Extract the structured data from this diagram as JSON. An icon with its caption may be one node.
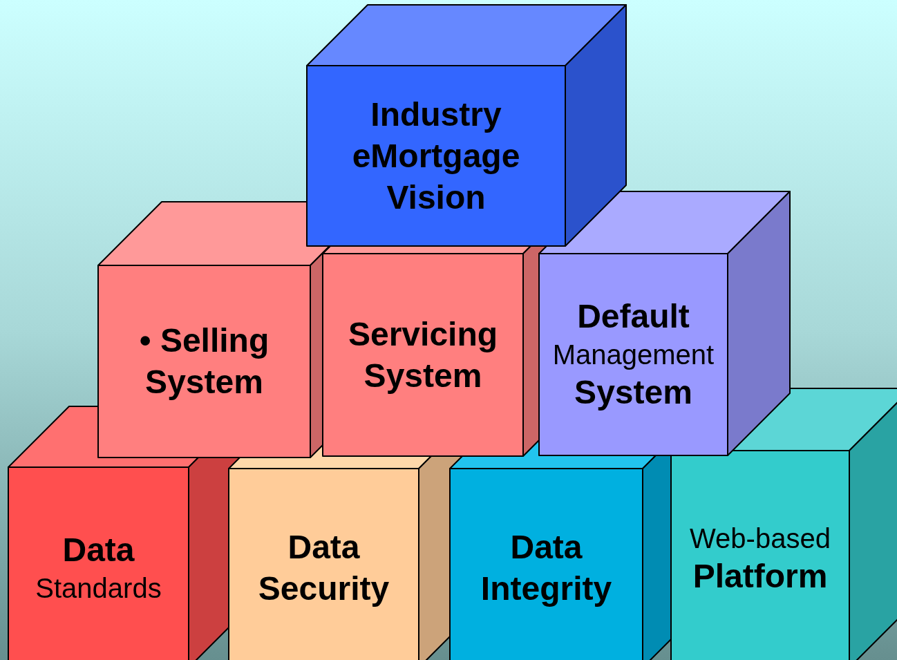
{
  "diagram": {
    "nodes": [
      {
        "text": [
          "Industry eMortgage Vision"
        ]
      },
      {
        "text": [
          "• Selling System"
        ]
      },
      {
        "text": [
          "Servicing System"
        ]
      },
      {
        "text": [
          "**Default** Management **System**"
        ]
      },
      {
        "text": [
          "**Data** Standards"
        ]
      },
      {
        "text": [
          "Data Security"
        ]
      },
      {
        "text": [
          "Data Integrity"
        ]
      },
      {
        "text": [
          "Web-based **Platform**"
        ]
      }
    ]
  }
}
